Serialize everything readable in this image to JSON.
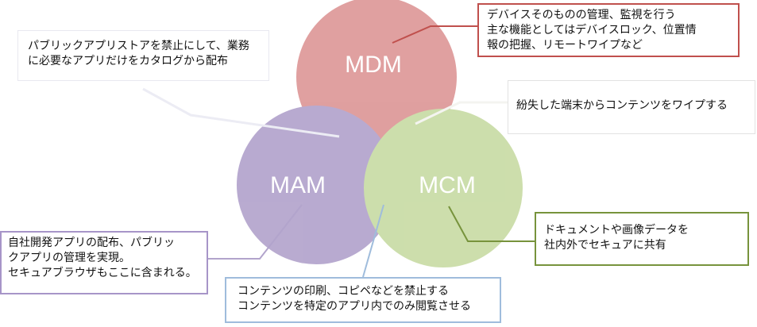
{
  "circles": {
    "mdm": {
      "label": "MDM",
      "color": "#dc8e8e"
    },
    "mam": {
      "label": "MAM",
      "color": "#b1a1cc"
    },
    "mcm": {
      "label": "MCM",
      "color": "#c9dba3"
    }
  },
  "callouts": {
    "mdm": {
      "lines": [
        "デバイスそのものの管理、監視を行う",
        "主な機能としてはデバイスロック、位置情",
        "報の把握、リモートワイプなど"
      ],
      "border_color": "#c0504d"
    },
    "store": {
      "lines": [
        "パブリックアプリストアを禁止にして、業務",
        "に必要なアプリだけをカタログから配布"
      ]
    },
    "wipe": {
      "lines": [
        "紛失した端末からコンテンツをワイプする"
      ]
    },
    "mam": {
      "lines": [
        "自社開発アプリの配布、パブリッ",
        "クアプリの管理を実現。",
        "セキュアブラウザもここに含まれる。"
      ],
      "border_color": "#a795c8"
    },
    "mcm": {
      "lines": [
        "ドキュメントや画像データを",
        "社内外でセキュアに共有"
      ],
      "border_color": "#77933c"
    },
    "copy": {
      "lines": [
        "コンテンツの印刷、コピペなどを禁止する",
        "コンテンツを特定のアプリ内でのみ閲覧させる"
      ],
      "border_color": "#9fbcdc"
    }
  }
}
